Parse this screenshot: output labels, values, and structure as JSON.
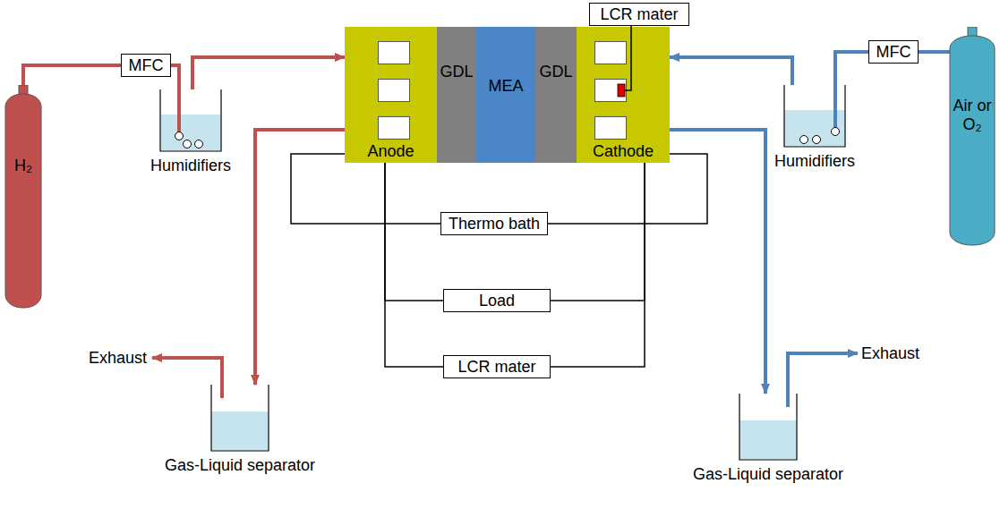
{
  "diagram": {
    "nodes": [
      {
        "text": [
          "H₂"
        ]
      },
      {
        "text": [
          "MFC"
        ]
      },
      {
        "text": [
          "Humidifiers"
        ]
      },
      {
        "text": [
          "Anode"
        ]
      },
      {
        "text": [
          "GDL"
        ]
      },
      {
        "text": [
          "MEA"
        ]
      },
      {
        "text": [
          "GDL"
        ]
      },
      {
        "text": [
          "Cathode"
        ]
      },
      {
        "text": [
          "LCR mater"
        ]
      },
      {
        "text": [
          "Humidifiers"
        ]
      },
      {
        "text": [
          "MFC"
        ]
      },
      {
        "text": [
          "Air or O₂"
        ]
      },
      {
        "text": [
          "Gas-Liquid separator"
        ]
      },
      {
        "text": [
          "Thermo bath"
        ]
      },
      {
        "text": [
          "Load"
        ]
      },
      {
        "text": [
          "LCR mater"
        ]
      },
      {
        "text": [
          "Gas-Liquid separator"
        ]
      }
    ],
    "edges": [
      {
        "from": 0,
        "to": 1,
        "arrow": "none"
      },
      {
        "from": 1,
        "to": 2,
        "arrow": "none"
      },
      {
        "from": 2,
        "to": 3,
        "arrow": "to"
      },
      {
        "from": 3,
        "to": 12,
        "arrow": "to"
      },
      {
        "from": 11,
        "to": 10,
        "arrow": "none"
      },
      {
        "from": 10,
        "to": 9,
        "arrow": "none"
      },
      {
        "from": 9,
        "to": 7,
        "arrow": "to"
      },
      {
        "from": 7,
        "to": 16,
        "arrow": "to"
      },
      {
        "from": 8,
        "to": 7,
        "arrow": "none"
      },
      {
        "from": 3,
        "to": 13,
        "arrow": "none"
      },
      {
        "from": 7,
        "to": 13,
        "arrow": "none"
      },
      {
        "from": 3,
        "to": 14,
        "arrow": "none"
      },
      {
        "from": 7,
        "to": 14,
        "arrow": "none"
      },
      {
        "from": 3,
        "to": 15,
        "arrow": "none"
      },
      {
        "from": 7,
        "to": 15,
        "arrow": "none"
      }
    ],
    "labels": [
      "Exhaust",
      "Exhaust"
    ]
  }
}
